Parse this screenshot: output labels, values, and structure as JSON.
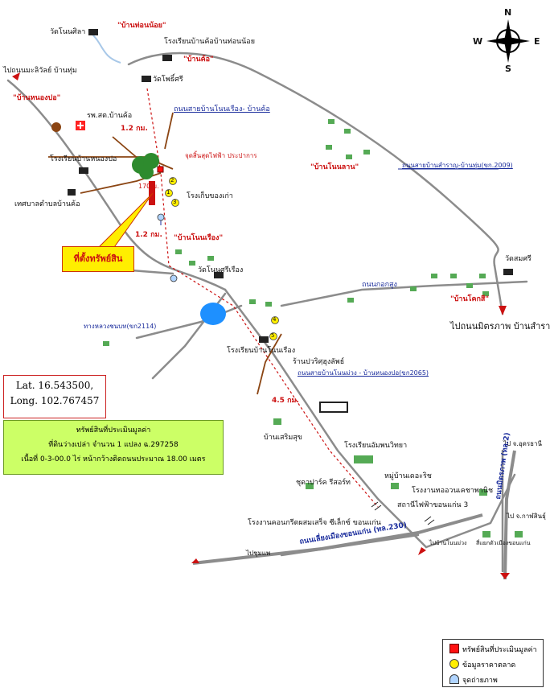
{
  "compass": {
    "n": "N",
    "s": "S",
    "e": "E",
    "w": "W"
  },
  "coordinates": {
    "lat": "Lat. 16.543500,",
    "long": "Long. 102.767457"
  },
  "info_box": {
    "line1": "ทรัพย์สินที่ประเมินมูลค่า",
    "line2": "ที่ดินว่างเปล่า จำนวน 1 แปลง ฉ.297258",
    "line3": "เนื้อที่ 0-3-00.0 ไร่ หน้ากว้างติดถนนประมาณ 18.00 เมตร"
  },
  "callout": "ที่ตั้งทรัพย์สิน",
  "legend": [
    {
      "label": "ทรัพย์สินที่ประเมินมูลค่า",
      "icon": "red-square-icon"
    },
    {
      "label": "ข้อมูลราคาตลาด",
      "icon": "yellow-circle-icon"
    },
    {
      "label": "จุดถ่ายภาพ",
      "icon": "camera-point-icon"
    }
  ],
  "colors": {
    "road": "#8c8c8c",
    "local_road": "#8b4513",
    "route_line": "#cc1111",
    "water": "#1e90ff",
    "red_label": "#cc1111",
    "blue_label": "#1a2c9c"
  },
  "labels": {
    "wat_nong_sila": "วัดโนนศิลา",
    "ban_tha_non_noi": "\"บ้านท่อนน้อย\"",
    "school_tha_non_noi": "โรงเรียนบ้านค้อบ้านท่อนน้อย",
    "ban_kho": "\"บ้านค้อ\"",
    "wat_pho_si": "วัดโพธิ์ศรี",
    "to_mali": "ไปถนนมะลิวัลย์ บ้านทุ่ม",
    "ban_nong_po": "\"บ้านหนองปอ\"",
    "hospital": "รพ.สต.บ้านค้อ",
    "road_kho_label": "ถนนสายบ้านโนนเรือง- บ้านค้อ",
    "dist_1_2_top": "1.2 กม.",
    "school_nong_po": "โรงเรียนบ้านหนองปอ",
    "power_point": "จุดสิ้นสุดไฟฟ้า ประปาการ",
    "dist_170m": "170 ม.",
    "storage": "โรงเก็บของเก่า",
    "municipality": "เทศบาลตำบลบ้านค้อ",
    "dist_1_2_bottom": "1.2 กม.",
    "ban_non_ruang": "\"บ้านโนนเรือง\"",
    "wat_non_si_ruang": "วัดโนนศรีเรือง",
    "ban_non_lan": "\"บ้านโนนลาน\"",
    "road_samran": "ถนนสายบ้านสำราญ-บ้านทุ่ม(ขก.2009)",
    "wat_som_si": "วัดสมศรี",
    "road_kok_sung": "ถนนกอกสูง",
    "ban_non_kok": "\"บ้านโคกสี\"",
    "to_mittraphap": "ไปถนนมิตรภาพ บ้านสำราญ",
    "highway_2114": "ทางหลวงชนบท(ขก2114)",
    "school_non_ruang": "โรงเรียนบ้านโนนเรือง",
    "shop_pawaris": "ร้านปวริศฺฮุงลัพธ์",
    "road_2065": "ถนนสายบ้านโนนม่วง - บ้านหนองปอ(ขก2065)",
    "dist_4_5": "4.5 กม.",
    "ban_sawang": "บ้านเสริมสุข",
    "school_amphan": "โรงเรียนอัมพนวิทยา",
    "to_udon": "ไป จ.อุดรธานี",
    "condo_park": "ชุดาปาร์ค รีสอร์ท",
    "village_decha": "หมู่บ้านเดอะริช",
    "factory_agri": "โรงงานทออวนเคชาพานิช",
    "power_station": "สถานีไฟฟ้าขอนแก่น 3",
    "to_kalasin": "ไป จ.กาฬสินธุ์",
    "concrete_factory": "โรงงานคอนกรีตผสมเสร็จ ซีเล็กซ์ ขอนแก่น",
    "bypass_road": "ถนนเลี่ยงเมืองขอนแก่น (ทล.230)",
    "to_non_muang": "ไปบ้านโนนม่วง",
    "to_chumphae": "ไปชุมแพ",
    "highway_2": "ถนนมิตรภาพ (ทล.2)",
    "junction_khon_kaen": "สี่แยกตัวเมืองขอนแก่น",
    "mk_1": "1",
    "mk_2": "2",
    "mk_3": "3",
    "mk_4": "4",
    "mk_5": "5"
  }
}
